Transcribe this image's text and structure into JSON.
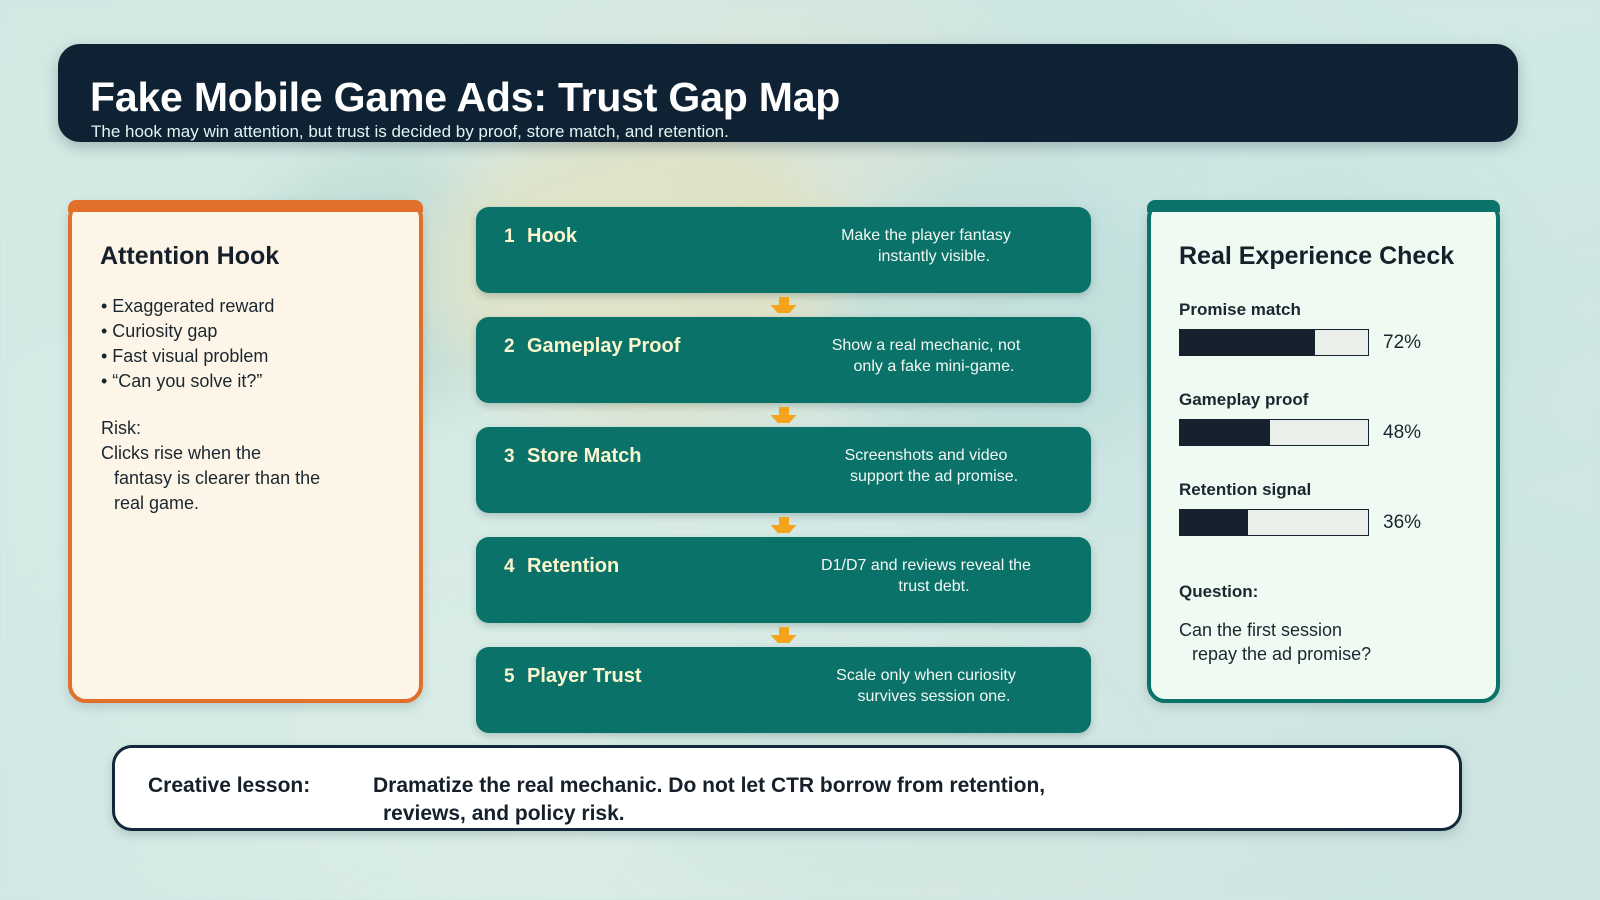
{
  "header": {
    "title": "Fake Mobile Game Ads: Trust Gap Map",
    "subtitle": "The hook may win attention, but trust is decided by proof, store match, and retention."
  },
  "left_panel": {
    "title": "Attention Hook",
    "bullets": [
      "• Exaggerated reward",
      "• Curiosity gap",
      "• Fast visual problem",
      "• “Can you solve it?”"
    ],
    "risk_label": "Risk:",
    "risk_lines": [
      "Clicks rise when the",
      "fantasy is clearer than the",
      "real game."
    ]
  },
  "steps": [
    {
      "num": "1",
      "title": "Hook",
      "desc_line1": "Make the player fantasy",
      "desc_line2": "instantly visible."
    },
    {
      "num": "2",
      "title": "Gameplay Proof",
      "desc_line1": "Show a real mechanic, not",
      "desc_line2": "only a fake mini-game."
    },
    {
      "num": "3",
      "title": "Store Match",
      "desc_line1": "Screenshots and video",
      "desc_line2": "support the ad promise."
    },
    {
      "num": "4",
      "title": "Retention",
      "desc_line1": "D1/D7 and reviews reveal the",
      "desc_line2": "trust debt."
    },
    {
      "num": "5",
      "title": "Player Trust",
      "desc_line1": "Scale only when curiosity",
      "desc_line2": "survives session one."
    }
  ],
  "right_panel": {
    "title": "Real Experience Check",
    "metrics": [
      {
        "label": "Promise match",
        "value": 72,
        "value_text": "72%"
      },
      {
        "label": "Gameplay proof",
        "value": 48,
        "value_text": "48%"
      },
      {
        "label": "Retention signal",
        "value": 36,
        "value_text": "36%"
      }
    ],
    "question_label": "Question:",
    "question_lines": [
      "Can the first session",
      "repay the ad promise?"
    ]
  },
  "footer": {
    "label": "Creative lesson:",
    "text_line1": "Dramatize the real mechanic. Do not let CTR borrow from retention,",
    "text_line2": "reviews, and policy risk."
  },
  "colors": {
    "header_bg": "#0e2233",
    "accent_orange": "#e0702a",
    "step_teal": "#0a7268",
    "step_text": "#fbf6cd",
    "arrow_orange": "#f5a31a",
    "bar_fill": "#16212e",
    "bar_track": "#eaf0e9",
    "left_panel_bg": "#fdf6e8",
    "right_panel_bg": "#effaf3",
    "background": "#cfe7e3"
  },
  "chart_data": {
    "type": "bar",
    "title": "Real Experience Check",
    "categories": [
      "Promise match",
      "Gameplay proof",
      "Retention signal"
    ],
    "values": [
      72,
      48,
      36
    ],
    "xlabel": "",
    "ylabel": "",
    "ylim": [
      0,
      100
    ],
    "orientation": "horizontal",
    "grid": false,
    "legend": "none"
  }
}
